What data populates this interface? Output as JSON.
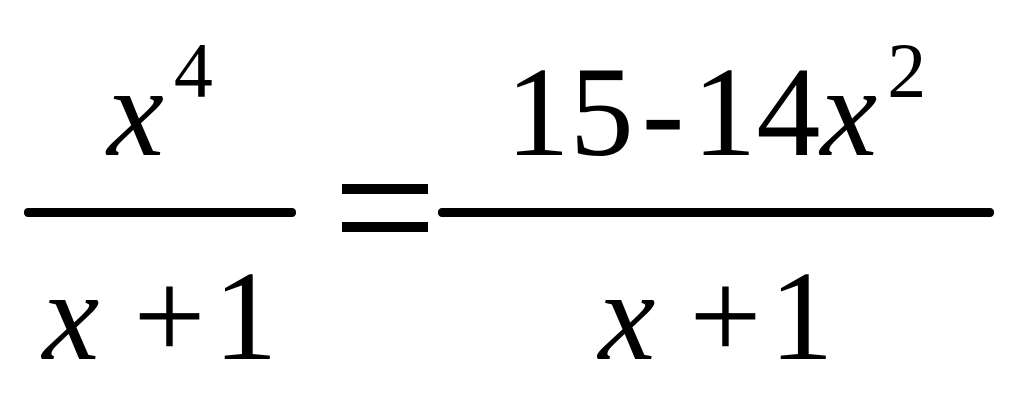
{
  "equation": {
    "left_fraction": {
      "numerator": {
        "variable": "x",
        "exponent": "4"
      },
      "denominator": {
        "variable": "x",
        "operator": "+",
        "constant": "1"
      }
    },
    "relation": "=",
    "right_fraction": {
      "numerator": {
        "constant": "15",
        "operator": "-",
        "coefficient": "14",
        "variable": "x",
        "exponent": "2"
      },
      "denominator": {
        "variable": "x",
        "operator": "+",
        "constant": "1"
      }
    }
  }
}
